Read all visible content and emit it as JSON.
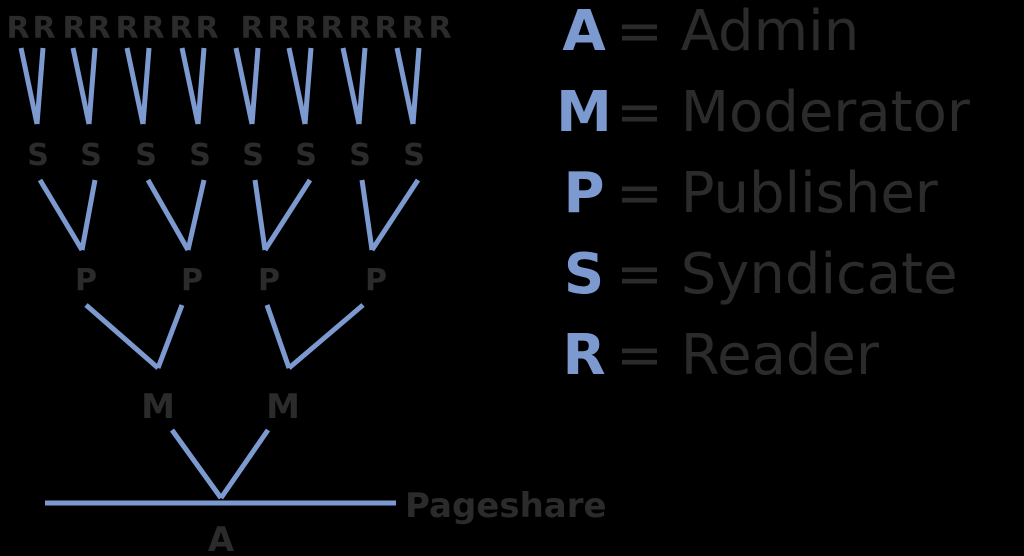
{
  "colors": {
    "background": "#000000",
    "accent": "#7d9ad0",
    "text": "#2b2b2b"
  },
  "tree": {
    "root": "A",
    "base_label": "Pageshare",
    "moderators": [
      "M",
      "M"
    ],
    "publishers": [
      "P",
      "P",
      "P",
      "P"
    ],
    "syndicates": [
      "S",
      "S",
      "S",
      "S",
      "S",
      "S",
      "S",
      "S"
    ],
    "readers": [
      "R",
      "R",
      "R",
      "R",
      "R",
      "R",
      "R",
      "R",
      "R",
      "R",
      "R",
      "R",
      "R",
      "R",
      "R",
      "R"
    ]
  },
  "legend": [
    {
      "letter": "A",
      "text": "= Admin"
    },
    {
      "letter": "M",
      "text": "= Moderator"
    },
    {
      "letter": "P",
      "text": "= Publisher"
    },
    {
      "letter": "S",
      "text": "= Syndicate"
    },
    {
      "letter": "R",
      "text": "= Reader"
    }
  ]
}
